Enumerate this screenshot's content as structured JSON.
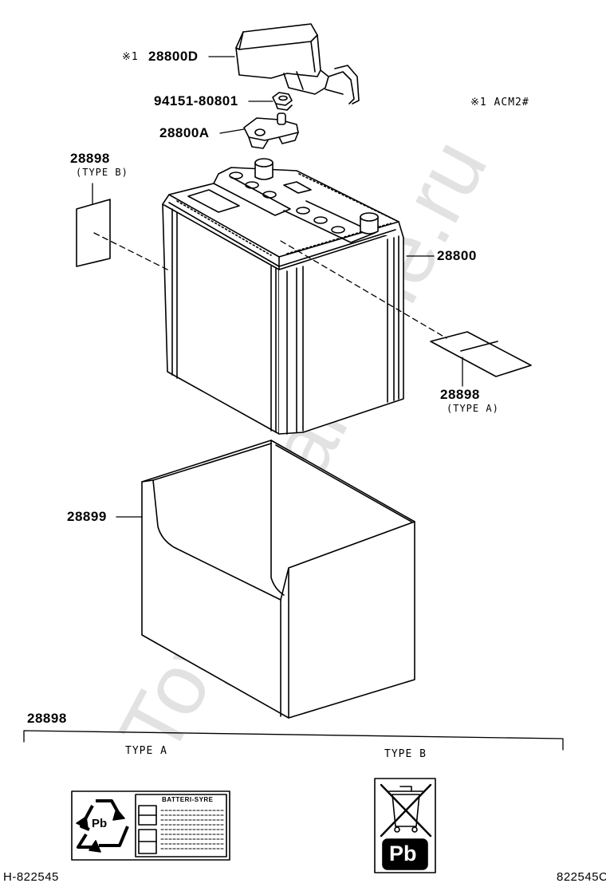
{
  "watermark": "ToyotaCarMine.ru",
  "parts": {
    "terminal_cover": "28800D",
    "nut": "94151-80801",
    "clamp": "28800A",
    "battery": "28800",
    "tray": "28899",
    "label_left": "28898",
    "label_right": "28898",
    "label_bottom": "28898"
  },
  "marks": {
    "note_mark": "※1",
    "note_text": "※1 ACM2#"
  },
  "types": {
    "type_b_paren": "(TYPE B)",
    "type_a_paren": "(TYPE A)",
    "type_a": "TYPE A",
    "type_b": "TYPE B"
  },
  "sticker": {
    "pb": "Pb",
    "heading": "BATTERI-SYRE"
  },
  "footer": {
    "left": "H-822545",
    "right": "822545C"
  }
}
